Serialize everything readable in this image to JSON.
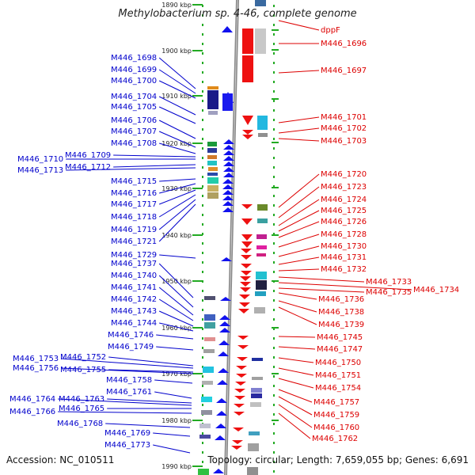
{
  "title": "Methylobacterium sp. 4-46, complete genome",
  "footer": {
    "accession": "Accession: NC_010511",
    "summary": "Topology: circular; Length: 7,659,055 bp; Genes: 6,691"
  },
  "colors": {
    "left_labels": "#0000cc",
    "right_labels": "#dd0000",
    "ticks": "#22aa22",
    "axis": "#888888"
  },
  "ticks": [
    "1890 kbp",
    "1900 kbp",
    "1910 kbp",
    "1920 kbp",
    "1930 kbp",
    "1940 kbp",
    "1950 kbp",
    "1960 kbp",
    "1970 kbp",
    "1980 kbp",
    "1990 kbp"
  ],
  "left_labels": [
    "M446_1698",
    "M446_1699",
    "M446_1700",
    "M446_1704",
    "M446_1705",
    "M446_1706",
    "M446_1707",
    "M446_1708",
    "M446_1709",
    "M446_1710",
    "M446_1712",
    "M446_1713",
    "M446_1715",
    "M446_1716",
    "M446_1717",
    "M446_1718",
    "M446_1719",
    "M446_1721",
    "M446_1729",
    "M446_1737",
    "M446_1740",
    "M446_1741",
    "M446_1742",
    "M446_1743",
    "M446_1744",
    "M446_1746",
    "M446_1749",
    "M446_1752",
    "M446_1753",
    "M446_1755",
    "M446_1756",
    "M446_1758",
    "M446_1761",
    "M446_1763",
    "M446_1764",
    "M446_1765",
    "M446_1766",
    "M446_1768",
    "M446_1769",
    "M446_1773"
  ],
  "right_labels": [
    "dppF",
    "M446_1696",
    "M446_1697",
    "M446_1701",
    "M446_1702",
    "M446_1703",
    "M446_1720",
    "M446_1723",
    "M446_1724",
    "M446_1725",
    "M446_1726",
    "M446_1728",
    "M446_1730",
    "M446_1731",
    "M446_1732",
    "M446_1733",
    "M446_1734",
    "M446_1735",
    "M446_1736",
    "M446_1738",
    "M446_1739",
    "M446_1745",
    "M446_1747",
    "M446_1750",
    "M446_1751",
    "M446_1754",
    "M446_1757",
    "M446_1759",
    "M446_1760",
    "M446_1762"
  ]
}
